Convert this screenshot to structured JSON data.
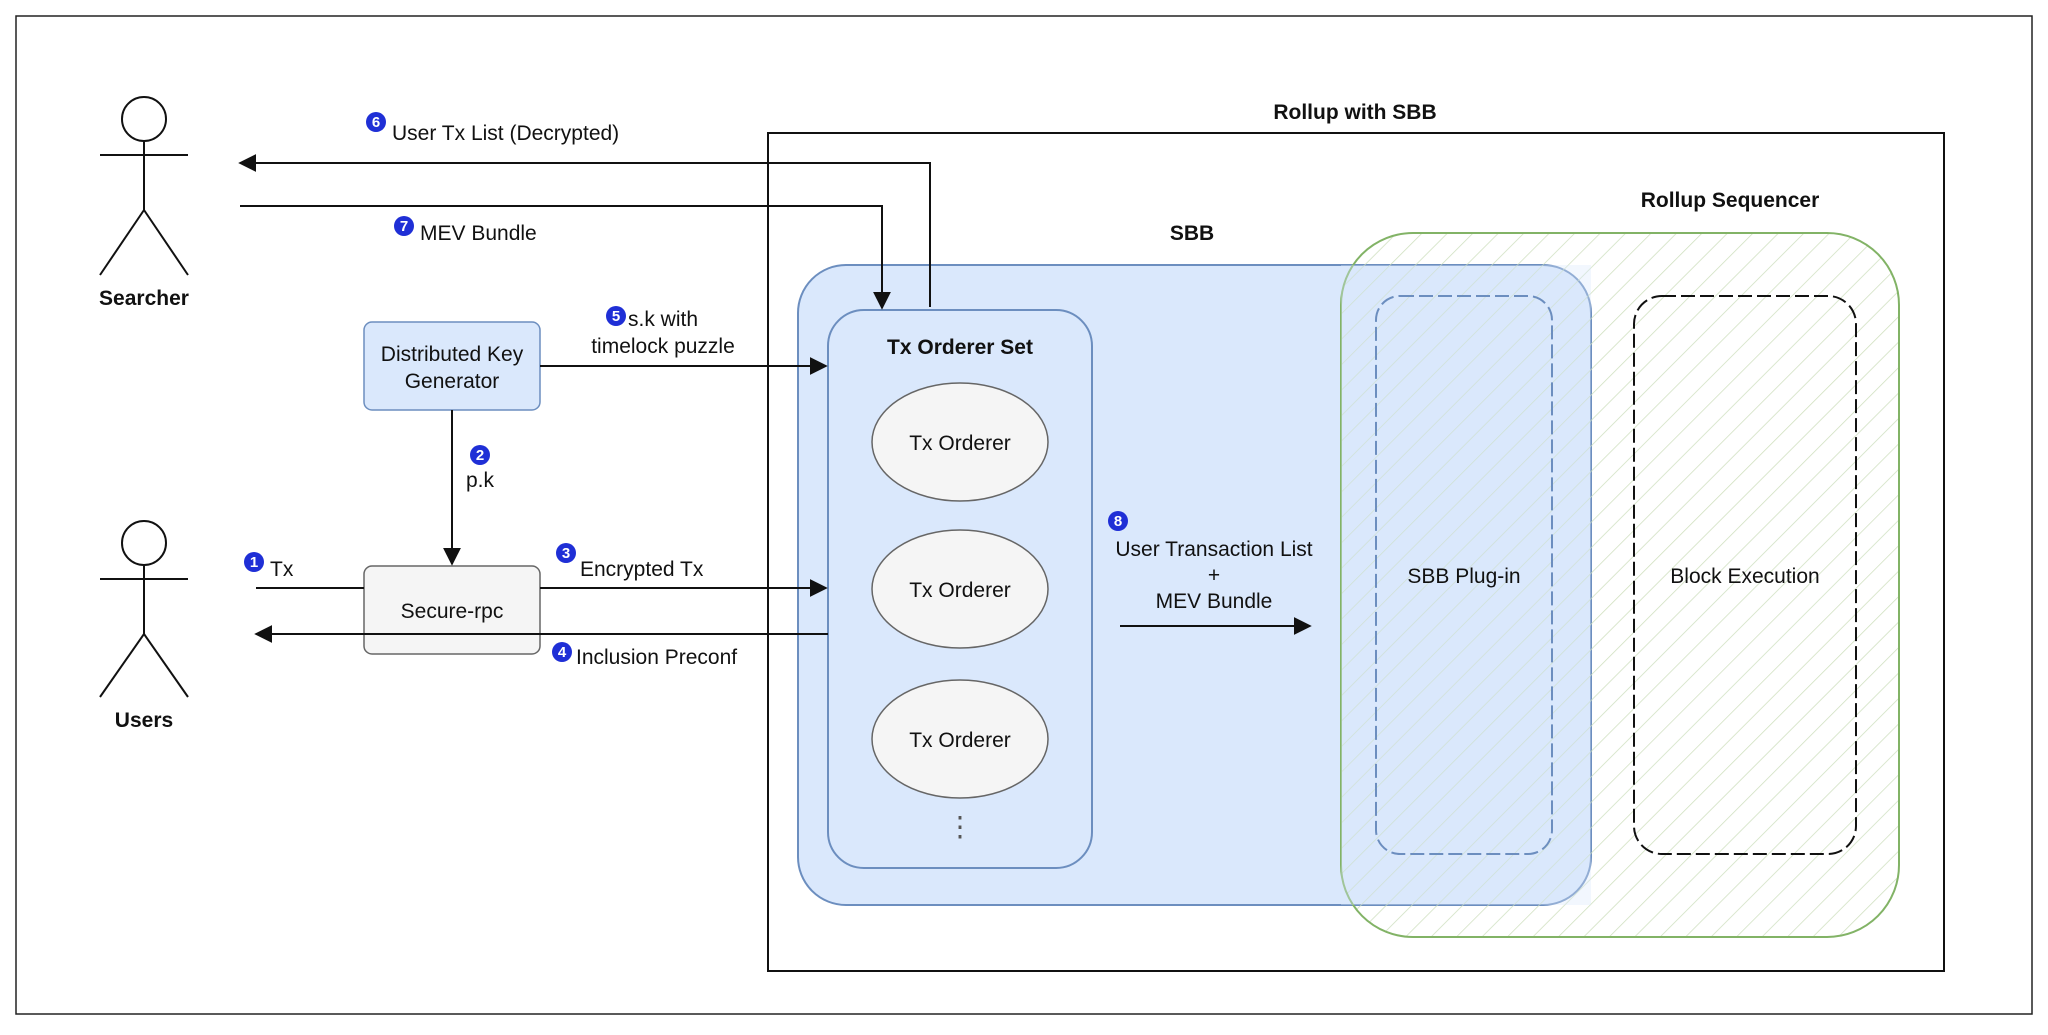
{
  "actors": {
    "searcher": "Searcher",
    "users": "Users"
  },
  "containers": {
    "rollup_with_sbb": "Rollup with SBB",
    "rollup_sequencer": "Rollup Sequencer",
    "sbb": "SBB",
    "tx_orderer_set": "Tx Orderer Set"
  },
  "nodes": {
    "distributed_key_generator": [
      "Distributed Key",
      "Generator"
    ],
    "secure_rpc": "Secure-rpc",
    "tx_orderers": [
      "Tx Orderer",
      "Tx Orderer",
      "Tx Orderer"
    ],
    "ellipsis": "⋮",
    "sbb_plugin": "SBB Plug-in",
    "block_execution": "Block Execution"
  },
  "steps": [
    {
      "num": "1",
      "label": "Tx"
    },
    {
      "num": "2",
      "label": "p.k"
    },
    {
      "num": "3",
      "label": "Encrypted Tx"
    },
    {
      "num": "4",
      "label": "Inclusion Preconf"
    },
    {
      "num": "5",
      "label": "s.k with",
      "label2": "timelock puzzle"
    },
    {
      "num": "6",
      "label": "User Tx List (Decrypted)"
    },
    {
      "num": "7",
      "label": "MEV Bundle"
    },
    {
      "num": "8",
      "label": "User Transaction List",
      "label2": "+",
      "label3": "MEV Bundle"
    }
  ],
  "colors": {
    "step_badge": "#1f2fd6",
    "sbb_fill": "#dae8fc",
    "sbb_stroke": "#6c8ebf",
    "sequencer_stroke": "#82b366",
    "node_gray_fill": "#f5f5f5",
    "node_gray_stroke": "#666666"
  }
}
